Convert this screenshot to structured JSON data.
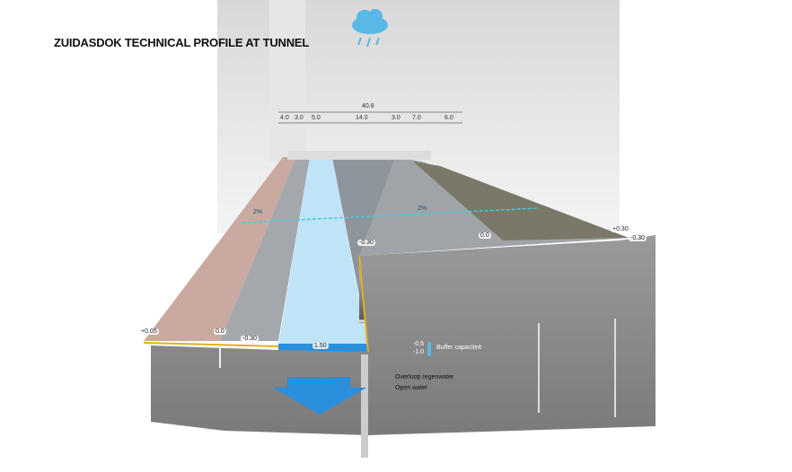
{
  "title": "ZUIDASDOK TECHNICAL PROFILE AT TUNNEL",
  "dimensions": {
    "total": "40.8",
    "segments": [
      "4.0",
      "3.0",
      "5.0",
      "14.0",
      "3.0",
      "7.0",
      "6.0"
    ]
  },
  "slopes": [
    "2%",
    "2%"
  ],
  "levels": {
    "left_edge": "+0.05",
    "sidewalk": "0.0",
    "bike_lane": "-0.30",
    "canal_depth": "1.50",
    "road_left": "-0.30",
    "road_mid": "0.0",
    "right_edge_high": "+0.30",
    "right_edge_low": "-0.30"
  },
  "buffer": {
    "levels": [
      "-0.5",
      "-1.0"
    ],
    "label": "Buffer capaciteit"
  },
  "annotations": [
    "Overloop regenwater",
    "Open water"
  ],
  "colors": {
    "water": "#bfe3f7",
    "arrow": "#2a8fdc",
    "curb": "#e0b020",
    "concrete": "#8a8a8a"
  }
}
